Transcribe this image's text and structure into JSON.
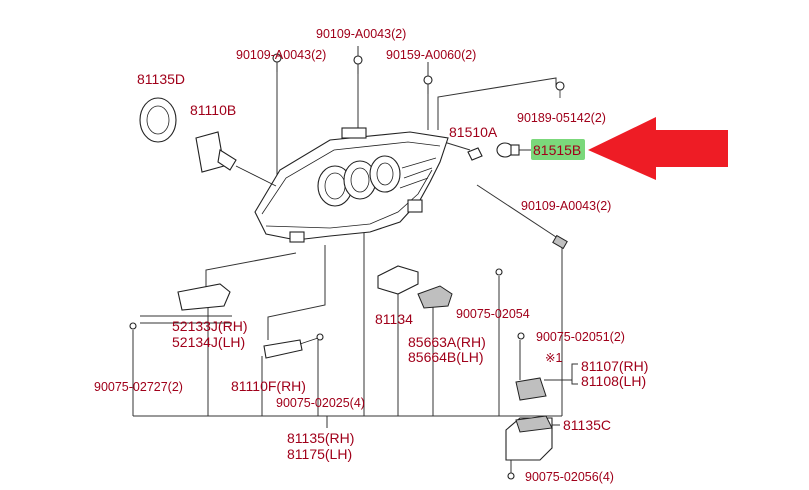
{
  "highlight": {
    "color": "#7bd87b"
  },
  "arrow": {
    "color": "#ee1c25"
  },
  "labels": {
    "p81135D": "81135D",
    "p81110B": "81110B",
    "p90109_top1": "90109-A0043(2)",
    "p90109_top2": "90109-A0043(2)",
    "p90159": "90159-A0060(2)",
    "p90189": "90189-05142(2)",
    "p81510A": "81510A",
    "p81515B": "81515B",
    "p90109_right": "90109-A0043(2)",
    "p52133": "52133J(RH)",
    "p52134": "52134J(LH)",
    "p90075_02727": "90075-02727(2)",
    "p81110F": "81110F(RH)",
    "p90075_02025": "90075-02025(4)",
    "p81134": "81134",
    "p85663": "85663A(RH)",
    "p85664": "85664B(LH)",
    "p90075_02054": "90075-02054",
    "p90075_02051": "90075-02051(2)",
    "note_mark": "※1",
    "p81107": "81107(RH)",
    "p81108": "81108(LH)",
    "p81135C": "81135C",
    "p81135": "81135(RH)",
    "p81175": "81175(LH)",
    "p90075_02056": "90075-02056(4)"
  }
}
